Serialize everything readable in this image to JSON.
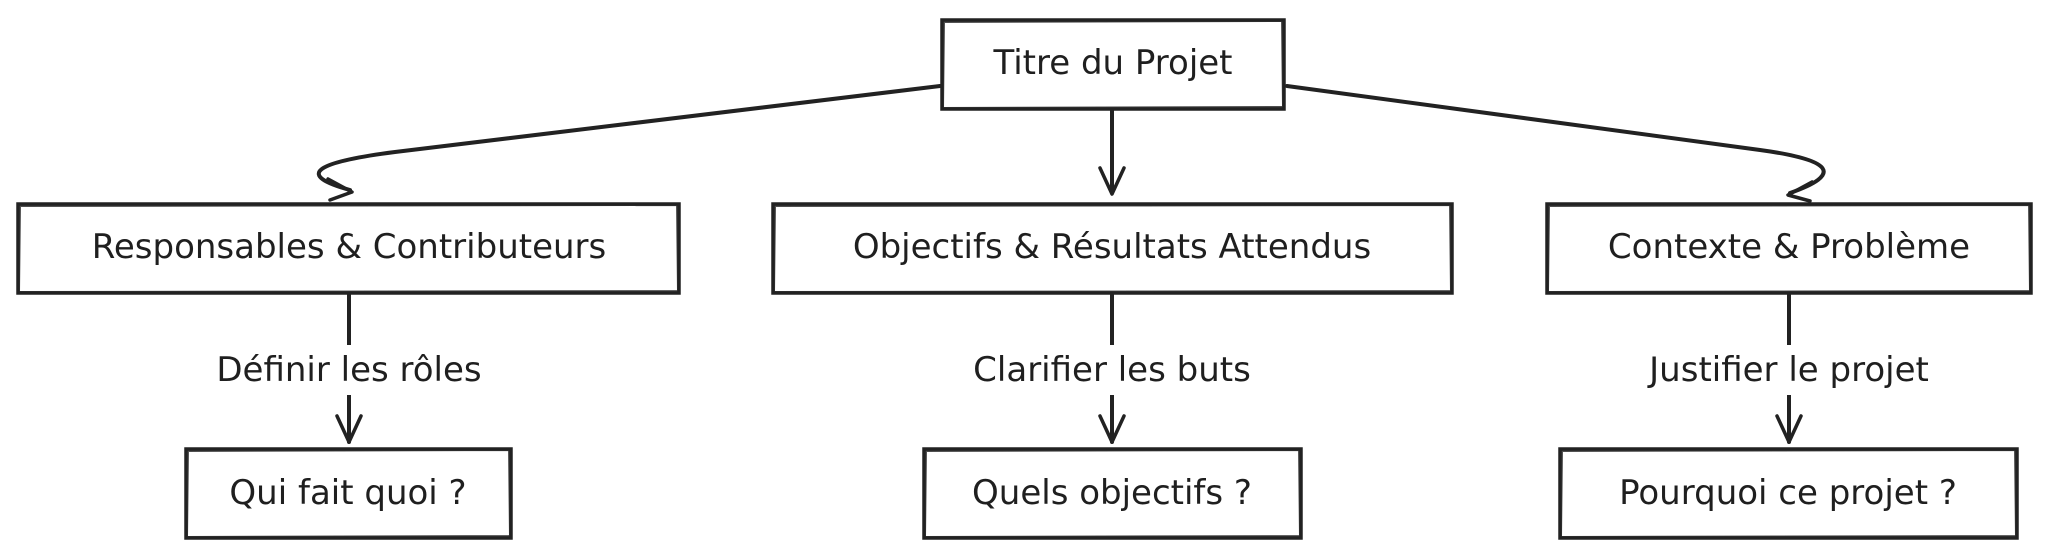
{
  "diagram": {
    "nodes": {
      "root": "Titre du Projet",
      "roles": "Responsables & Contributeurs",
      "goals": "Objectifs & Résultats Attendus",
      "context": "Contexte & Problème",
      "who": "Qui fait quoi ?",
      "which": "Quels objectifs ?",
      "why": "Pourquoi ce projet ?"
    },
    "edge_labels": {
      "roles_to_who": "Définir les rôles",
      "goals_to_which": "Clarifier les buts",
      "context_to_why": "Justifier le projet"
    }
  }
}
